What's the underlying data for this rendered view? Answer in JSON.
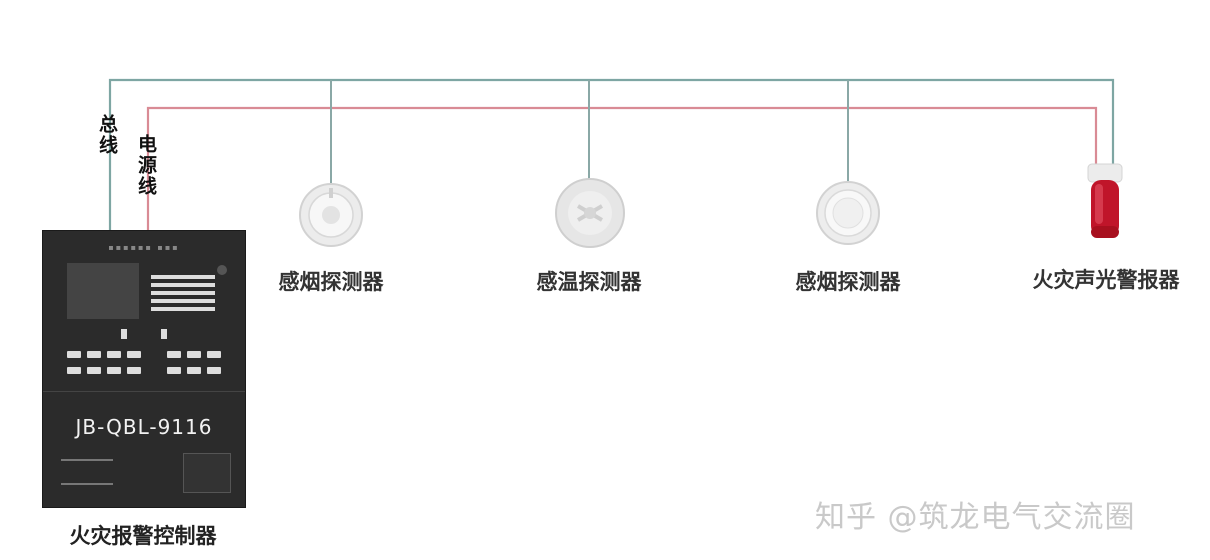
{
  "wires": {
    "bus_label": "总线",
    "power_label": "电源线",
    "bus_color": "#6f9e9a",
    "power_color": "#d97a86"
  },
  "devices": [
    {
      "label": "感烟探测器",
      "icon": "smoke-detector-icon"
    },
    {
      "label": "感温探测器",
      "icon": "heat-detector-icon"
    },
    {
      "label": "感烟探测器",
      "icon": "smoke-detector-icon"
    },
    {
      "label": "火灾声光警报器",
      "icon": "strobe-alarm-icon"
    }
  ],
  "panel": {
    "model": "JB-QBL-9116",
    "label": "火灾报警控制器"
  },
  "watermark": "知乎 @筑龙电气交流圈"
}
